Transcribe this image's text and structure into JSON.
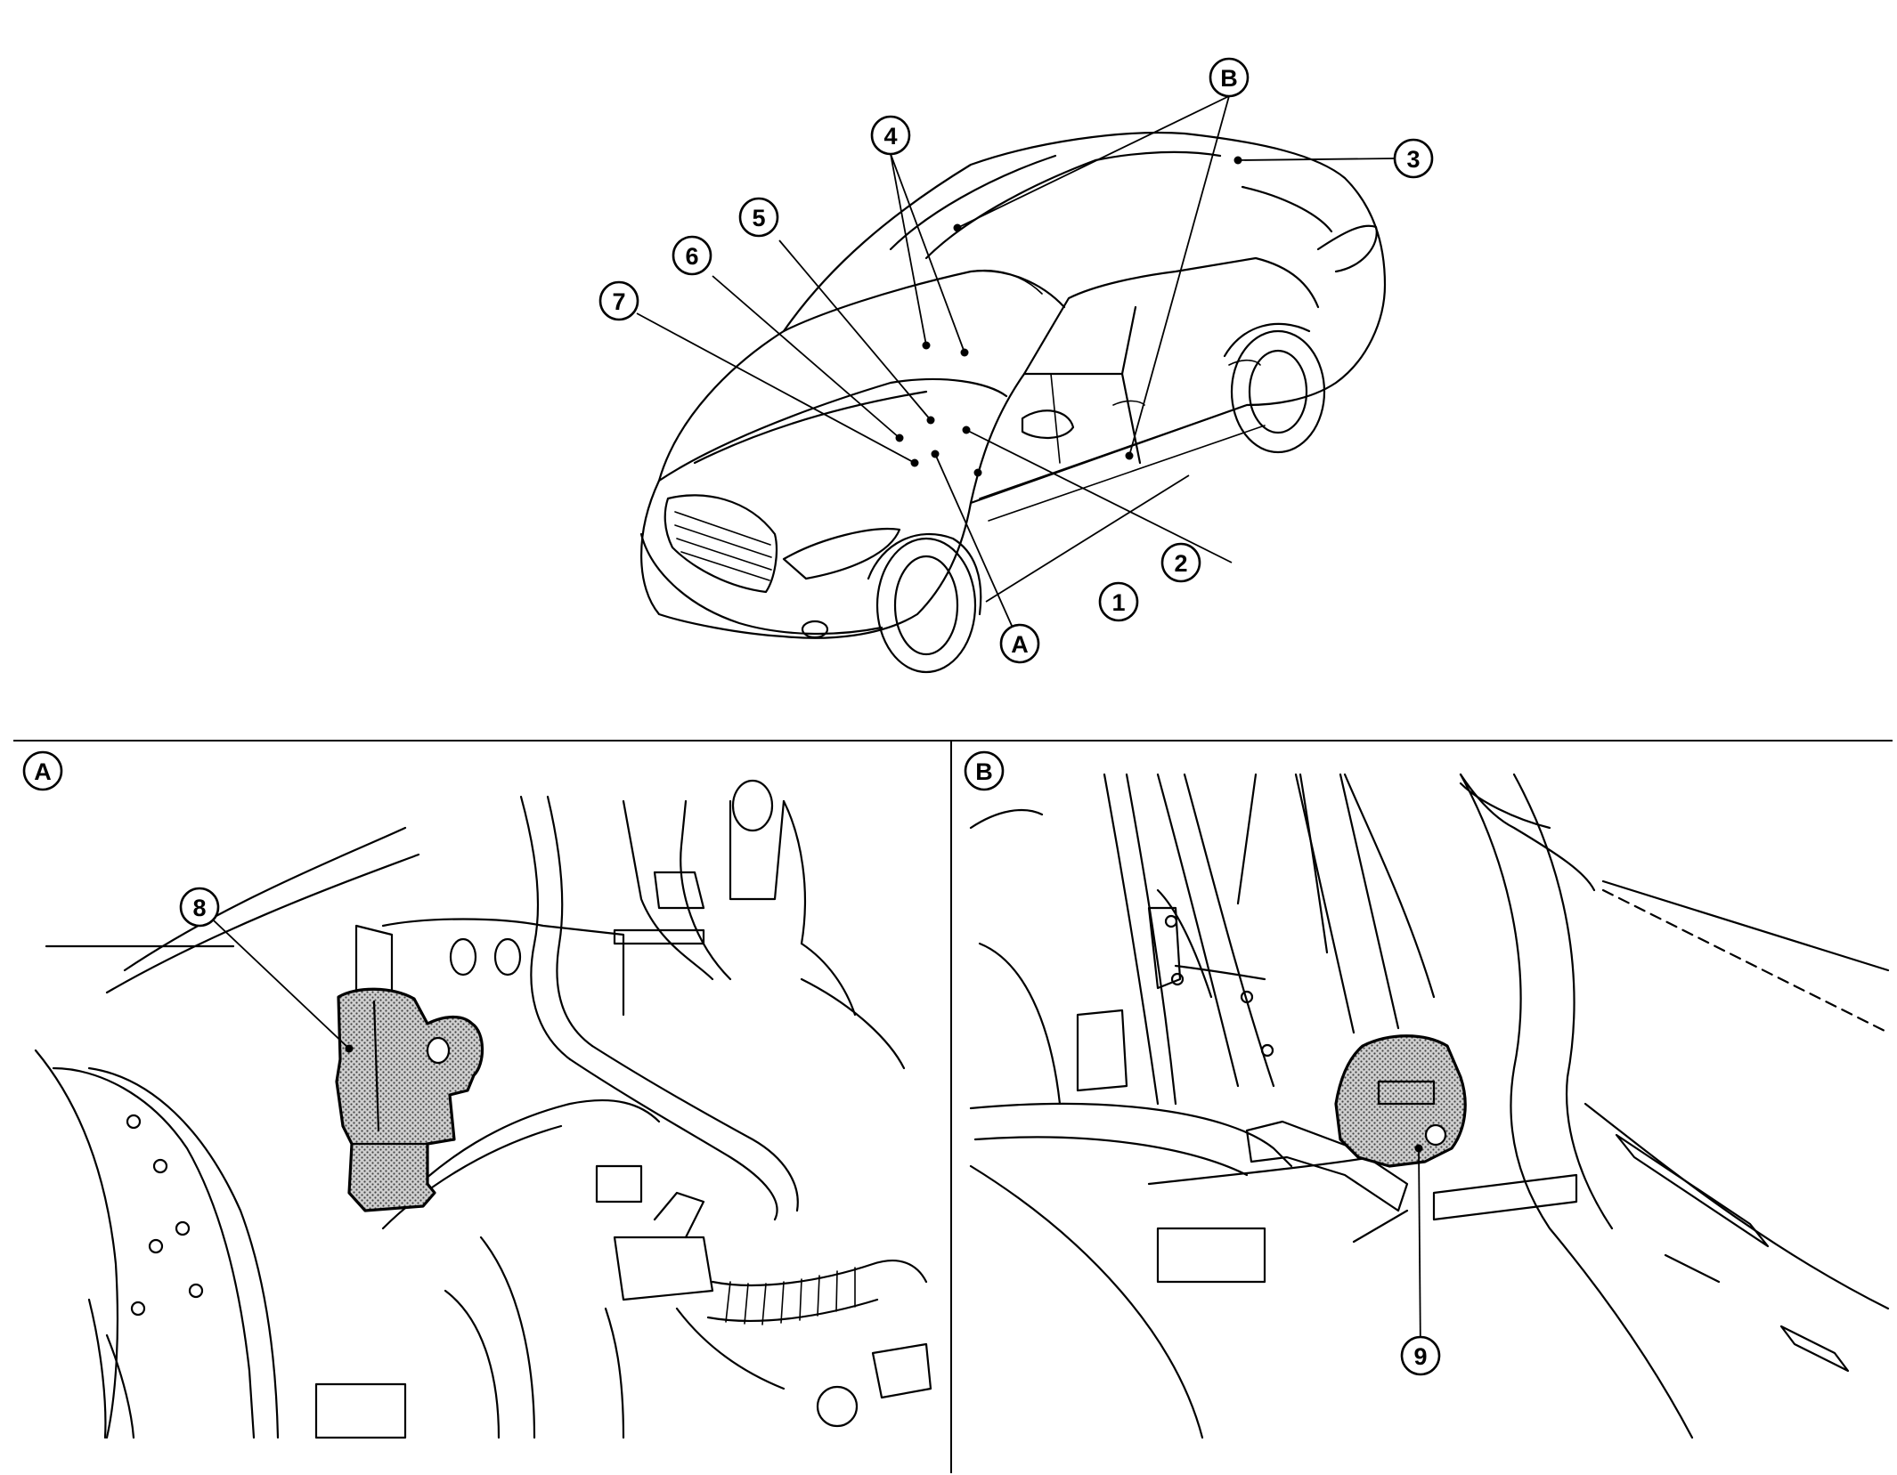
{
  "callouts": {
    "c1": "1",
    "c2": "2",
    "c3": "3",
    "c4": "4",
    "c5": "5",
    "c6": "6",
    "c7": "7",
    "c8": "8",
    "c9": "9",
    "cA": "A",
    "cB": "B",
    "panelA": "A",
    "panelB": "B"
  },
  "colors": {
    "line": "#000000",
    "background": "#ffffff",
    "part_highlight": "#9a9a9a"
  }
}
